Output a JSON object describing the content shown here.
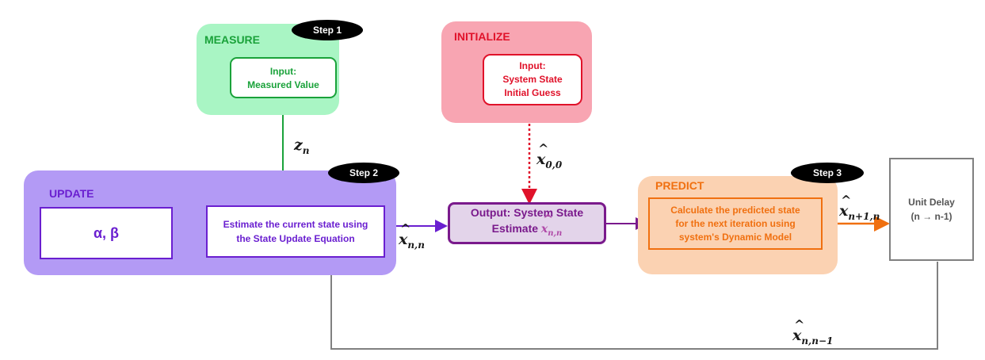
{
  "steps": {
    "step1": "Step 1",
    "step2": "Step 2",
    "step3": "Step 3"
  },
  "measure": {
    "title": "MEASURE",
    "box_line1": "Input:",
    "box_line2": "Measured Value",
    "color": "#1aa23a",
    "bg": "#a9f5c4"
  },
  "initialize": {
    "title": "INITIALIZE",
    "box_line1": "Input:",
    "box_line2": "System State",
    "box_line3": "Initial Guess",
    "color": "#e0122a",
    "bg": "#f8a5b2"
  },
  "update": {
    "title": "UPDATE",
    "params": "α, β",
    "box_line1": "Estimate the current state using",
    "box_line2": "the State Update Equation",
    "color": "#6a1fd0",
    "bg": "#b39af5"
  },
  "output": {
    "line1": "Output: System State",
    "line2": "Estimate",
    "color": "#7a1a8c",
    "bg": "#e3d4ea"
  },
  "predict": {
    "title": "PREDICT",
    "box_line1": "Calculate the predicted state",
    "box_line2": "for the next iteration using",
    "box_line3": "system's Dynamic Model",
    "color": "#f07010",
    "bg": "#fbd2b2"
  },
  "delay": {
    "line1": "Unit Delay",
    "line2": "(n",
    "arrow": "→",
    "line3": "n-1)"
  },
  "labels": {
    "z_base": "z",
    "z_sub": "n",
    "x00_base": "x",
    "x00_sub": "0,0",
    "xnn_base": "x",
    "xnn_sub": "n,n",
    "xn1n_base": "x",
    "xn1n_sub": "n+1,n",
    "xnn1_base": "x",
    "xnn1_sub": "n,n−1"
  }
}
